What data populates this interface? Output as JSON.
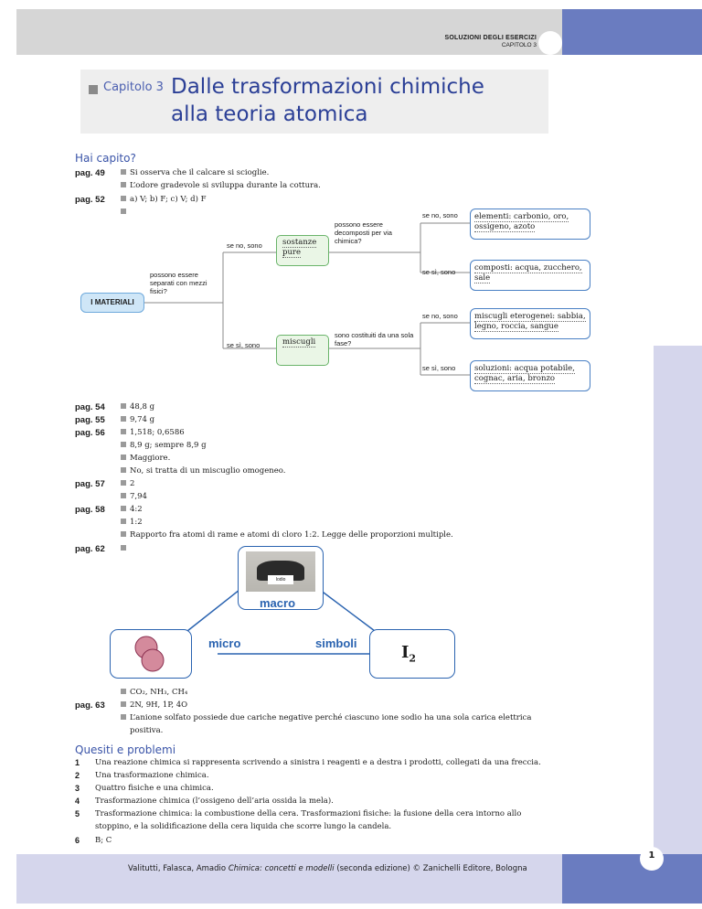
{
  "header": {
    "line1": "SOLUZIONI DEGLI ESERCIZI",
    "line2": "CAPITOLO 3"
  },
  "title": {
    "chapter": "Capitolo 3",
    "line1": "Dalle trasformazioni chimiche",
    "line2": "alla teoria atomica"
  },
  "sec1": {
    "title": "Hai capito?"
  },
  "pages": [
    {
      "label": "pag. 49",
      "answers": [
        "Si osserva che il calcare si scioglie.",
        "L’odore gradevole si sviluppa durante la cottura."
      ]
    },
    {
      "label": "pag. 52",
      "answers": [
        "a) V;  b) F;  c) V;  d) F",
        ""
      ]
    },
    {
      "label": "pag. 54",
      "answers": [
        "48,8 g"
      ]
    },
    {
      "label": "pag. 55",
      "answers": [
        "9,74 g"
      ]
    },
    {
      "label": "pag. 56",
      "answers": [
        "1,518;  0,6586",
        "8,9 g;  sempre 8,9 g",
        "Maggiore.",
        "No, si tratta di un miscuglio omogeneo."
      ]
    },
    {
      "label": "pag. 57",
      "answers": [
        "2",
        "7,94"
      ]
    },
    {
      "label": "pag. 58",
      "answers": [
        "4:2",
        "1:2",
        "Rapporto fra atomi di rame e atomi di cloro 1:2. Legge delle proporzioni multiple."
      ]
    },
    {
      "label": "pag. 62",
      "answers": [
        "",
        "CO₂, NH₃, CH₄"
      ]
    },
    {
      "label": "pag. 63",
      "answers": [
        "2N, 9H, 1P, 4O",
        "L’anione solfato possiede due cariche negative perché ciascuno ione sodio ha una sola carica elettrica",
        "positiva."
      ]
    }
  ],
  "map": {
    "root": "I MATERIALI",
    "q1": "possono essere separati con mezzi fisici?",
    "no1": "se no, sono",
    "yes1": "se sì, sono",
    "sostanze": "sostanze pure",
    "miscugli": "miscugli",
    "q2": "possono essere decomposti per via chimica?",
    "q3": "sono costituiti da una sola fase?",
    "no2": "se no, sono",
    "yes2": "se sì, sono",
    "no3": "se no, sono",
    "yes3": "se sì, sono",
    "elementi": "elementi: carbonio, oro, ossigeno, azoto",
    "composti": "composti: acqua, zucchero, sale",
    "eterogenei": "miscugli eterogenei: sabbia, legno, roccia, sangue",
    "soluzioni": "soluzioni: acqua potabile, cognac, aria, bronzo"
  },
  "triangle": {
    "macro": "macro",
    "micro": "micro",
    "simboli": "simboli",
    "photo_label": "Iodio",
    "symbol": "I",
    "subscript": "2"
  },
  "sec2": {
    "title": "Quesiti e problemi",
    "items": [
      {
        "n": "1",
        "text": "Una reazione chimica si rappresenta scrivendo a sinistra i reagenti e a destra i prodotti, collegati da una freccia."
      },
      {
        "n": "2",
        "text": "Una trasformazione chimica."
      },
      {
        "n": "3",
        "text": "Quattro fisiche e una chimica."
      },
      {
        "n": "4",
        "text": "Trasformazione chimica (l’ossigeno dell’aria ossida la mela)."
      },
      {
        "n": "5",
        "text": "Trasformazione chimica: la combustione della cera. Trasformazioni fisiche: la fusione della cera intorno allo"
      },
      {
        "n": "",
        "text": "stoppino, e la solidificazione della cera liquida che scorre lungo la candela."
      },
      {
        "n": "6",
        "text": "B;  C"
      }
    ]
  },
  "footer": {
    "authors": "Valitutti, Falasca, Amadio",
    "book": "Chimica: concetti e modelli",
    "rest": "(seconda edizione) © Zanichelli Editore, Bologna",
    "page": "1"
  }
}
